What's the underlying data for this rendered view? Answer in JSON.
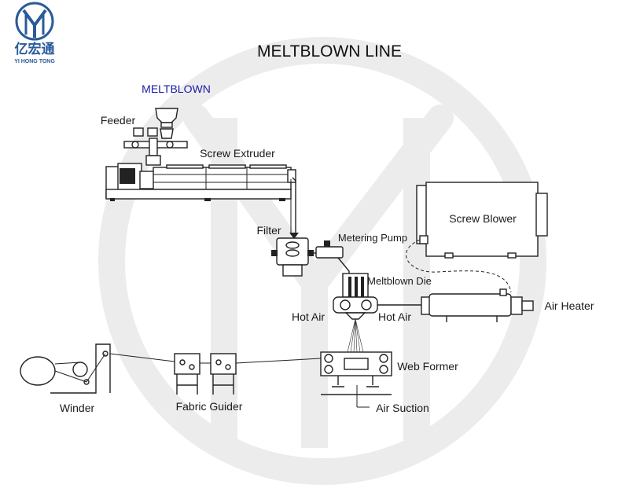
{
  "logo": {
    "chinese_text": "亿宏通",
    "english_text": "YI HONG TONG",
    "color": "#2a5a9a"
  },
  "title": "MELTBLOWN LINE",
  "labels": {
    "meltblown": "MELTBLOWN",
    "feeder": "Feeder",
    "screw_extruder": "Screw  Extruder",
    "filter": "Filter",
    "metering_pump": "Metering Pump",
    "screw_blower": "Screw Blower",
    "meltblown_die": "Meltblown Die",
    "hot_air_left": "Hot Air",
    "hot_air_right": "Hot Air",
    "air_heater": "Air Heater",
    "web_former": "Web Former",
    "air_suction": "Air Suction",
    "winder": "Winder",
    "fabric_guider": "Fabric Guider"
  },
  "colors": {
    "meltblown_label": "#1a1aa8",
    "watermark": "#ececec",
    "line": "#222222"
  }
}
